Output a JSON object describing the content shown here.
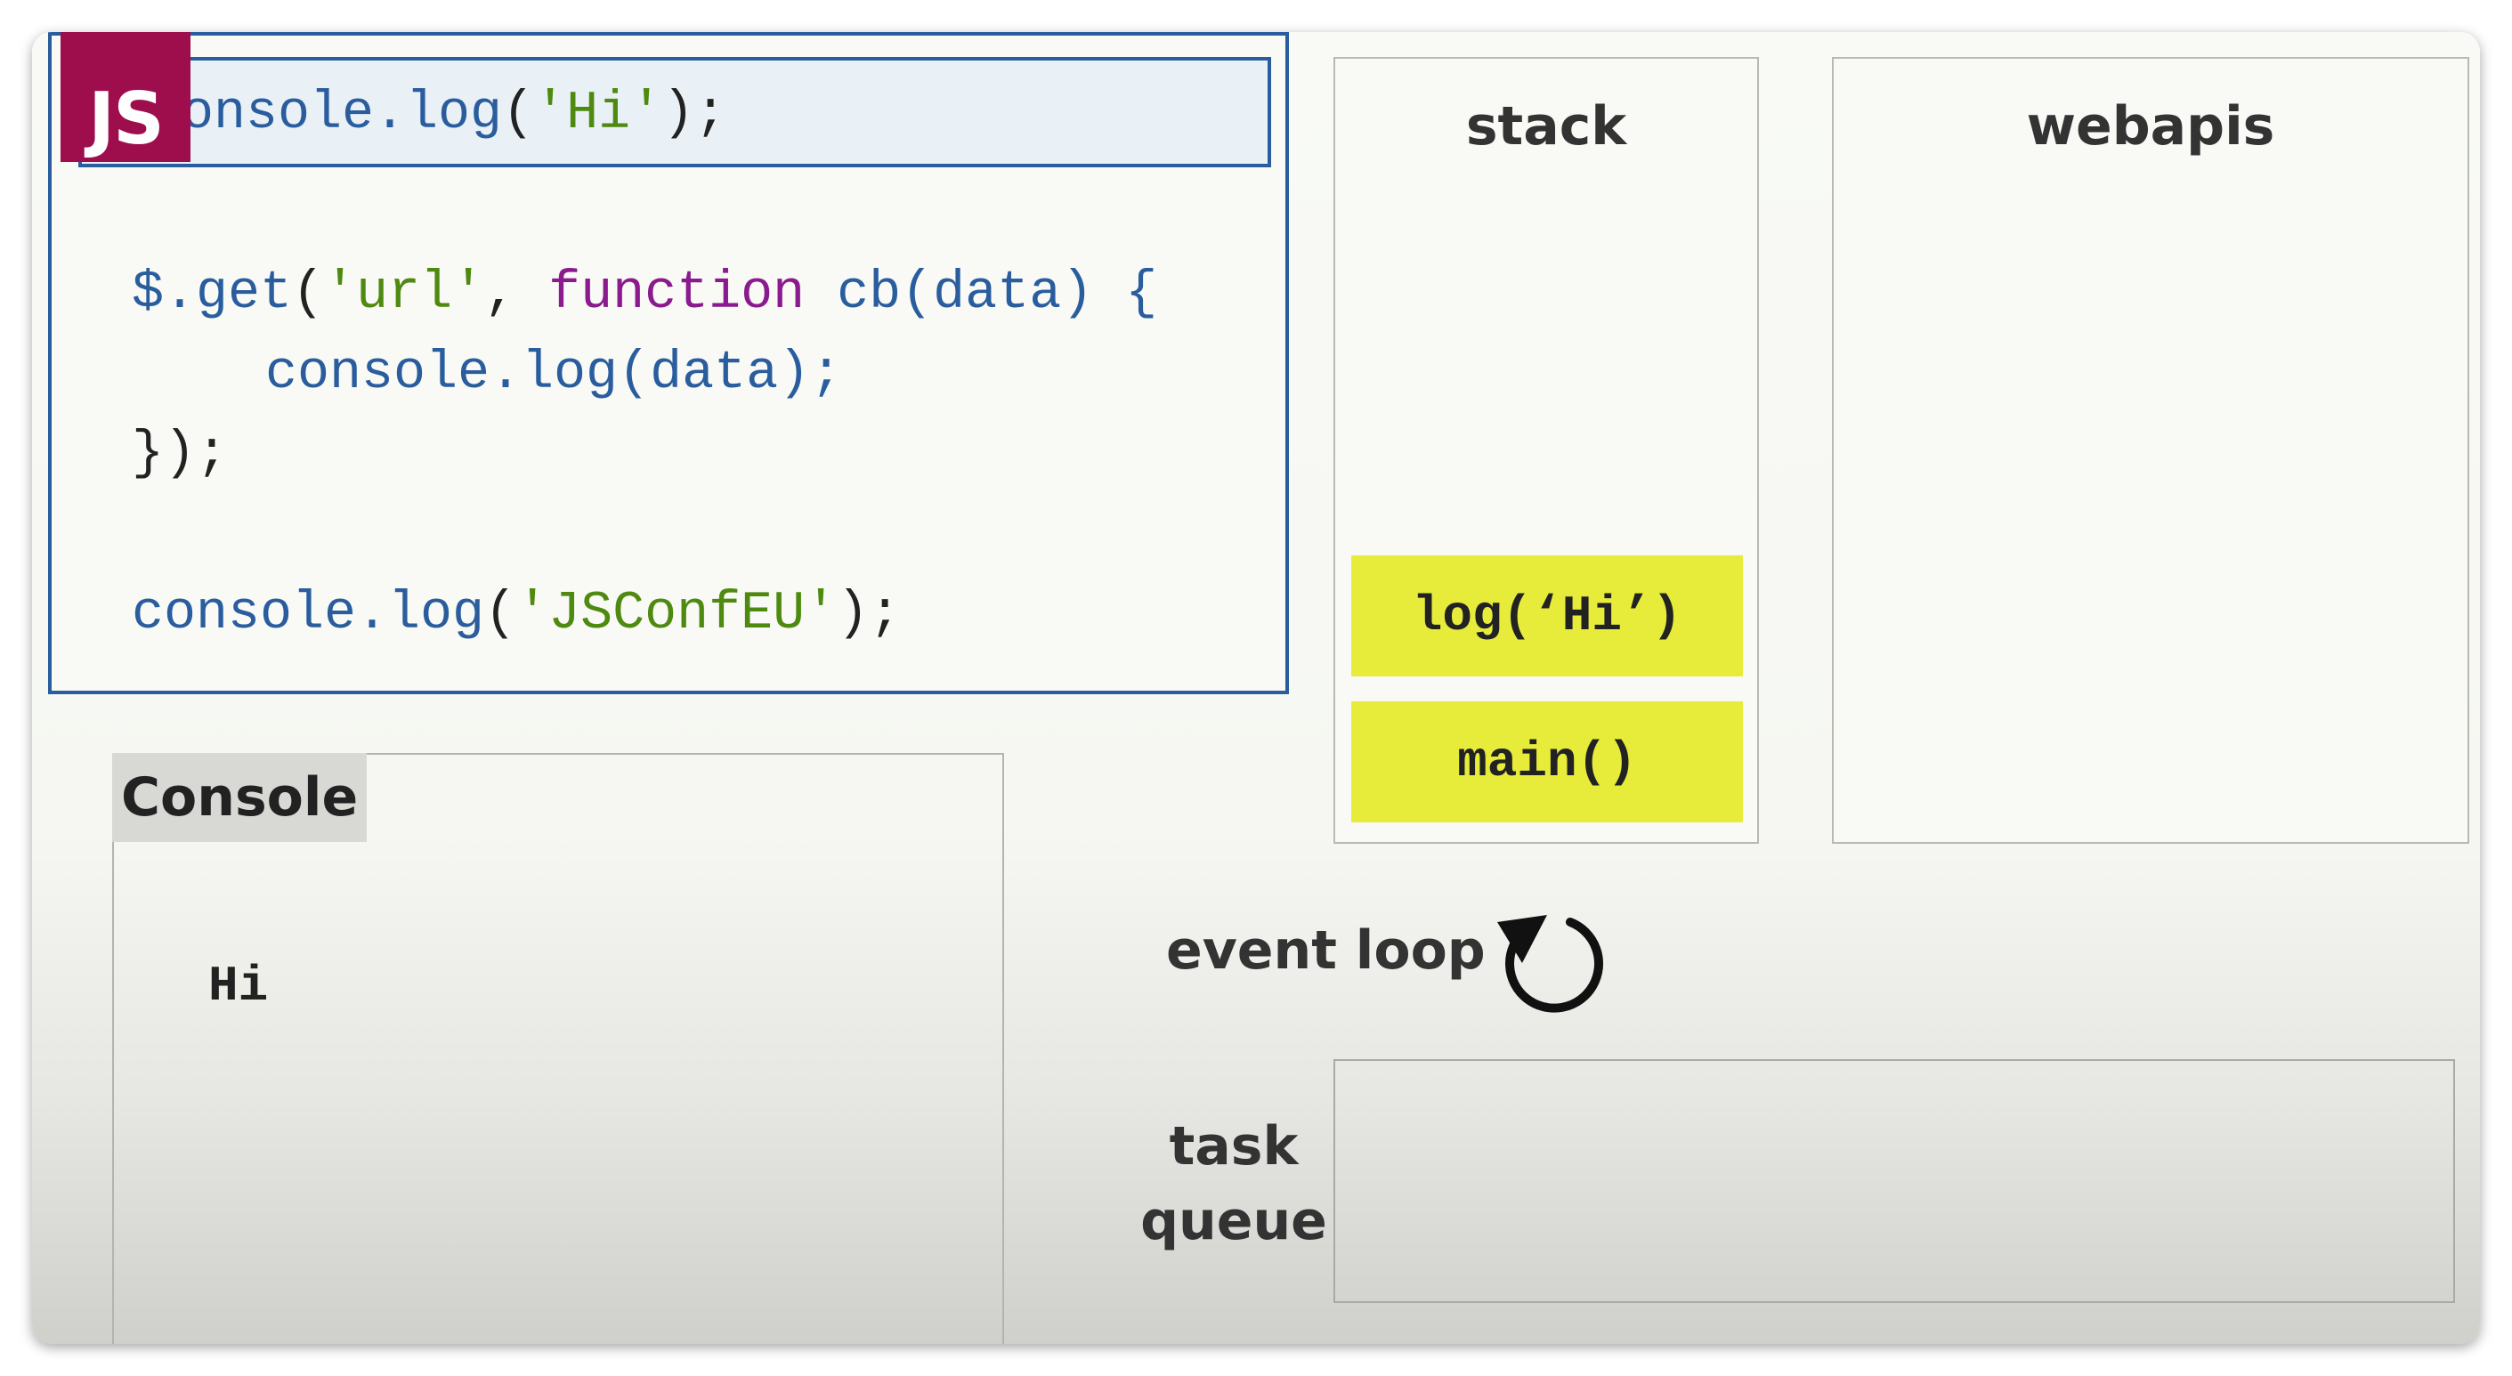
{
  "logo": {
    "text": "JS",
    "color": "#9e0e4d"
  },
  "code": {
    "line1": {
      "fn": "console.log",
      "open": "(",
      "str": "'Hi'",
      "close": ");"
    },
    "line2": {
      "fn": "$.get",
      "open": "(",
      "str": "'url'",
      "comma": ", ",
      "kw": "function",
      "name": " cb",
      "args": "(data) {"
    },
    "line3": {
      "fn": "console.log",
      "args": "(data);"
    },
    "line4": {
      "text": "});"
    },
    "line5": {
      "fn": "console.log",
      "open": "(",
      "str": "'JSConfEU'",
      "close": ");"
    }
  },
  "stack": {
    "title": "stack",
    "frames": [
      "log(‘Hi’)",
      "main()"
    ],
    "frame_color": "#e7ec3b"
  },
  "webapis": {
    "title": "webapis"
  },
  "console": {
    "title": "Console",
    "output": "Hi"
  },
  "event_loop": {
    "label": "event loop",
    "icon": "refresh-arrow-icon"
  },
  "task_queue": {
    "label_line1": "task",
    "label_line2": "queue"
  },
  "colors": {
    "code_border": "#2a5d9e",
    "keyword": "#8a1a8e",
    "string": "#4f8a10",
    "function": "#2a5d9e"
  }
}
